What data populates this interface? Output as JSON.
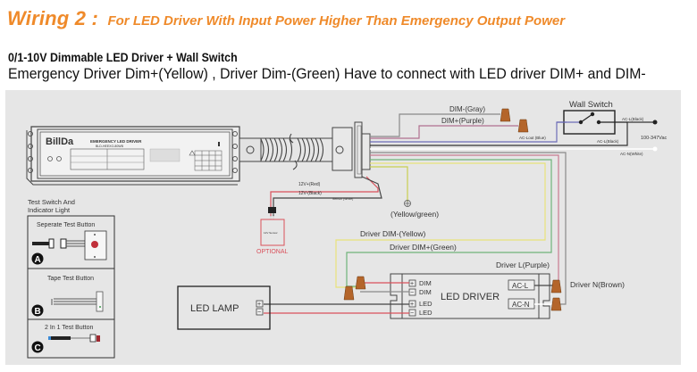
{
  "header": {
    "title_prefix": "Wiring 2 :",
    "title_suffix": "For LED Driver With Input Power Higher Than Emergency Output Power",
    "subheading": "0/1-10V Dimmable LED Driver + Wall Switch",
    "description": "Emergency Driver Dim+(Yellow) , Driver Dim-(Green) Have to connect with LED driver  DIM+  and DIM-"
  },
  "colors": {
    "title": "#ef8a2a",
    "panel_bg": "#e6e6e6",
    "wire_red": "#d9515b",
    "wire_gray": "#8a8a8a",
    "wire_purple": "#b07090",
    "wire_blue": "#6d6db8",
    "wire_black": "#333333",
    "wire_green": "#6fb37a",
    "wire_yellow": "#e8e27a",
    "wire_pink": "#d89aa8",
    "connector": "#b4652a",
    "optional": "#d9515b"
  },
  "emergency_driver": {
    "brand": "BillDa",
    "label_title": "EMERGENCY LED DRIVER",
    "model": "BLD-HEEXO-80WB"
  },
  "wires": {
    "dim_minus_gray": "DIM-(Gray)",
    "dim_plus_purple": "DIM+(Purple)",
    "ac_lout_blue": "AC-Lout (Blue)",
    "ac_l_black_top": "AC-L(Black)",
    "ac_l_black": "AC-L(Black)",
    "ac_n_white": "AC-N(White)",
    "voltage": "100-347Vac",
    "v12_plus_red": "12V+(Red)",
    "v12_minus_black": "12V-(Black)",
    "sensor_white": "Sensor (White)",
    "ground": "(Yellow/green)",
    "driver_dim_minus": "Driver DIM-(Yellow)",
    "driver_dim_plus": "Driver DIM+(Green)",
    "driver_l": "Driver L(Purple)",
    "driver_n": "Driver N(Brown)"
  },
  "wall_switch": {
    "label": "Wall Switch"
  },
  "optional_module": {
    "label": "OPTIONAL",
    "inner": "12V Sensor"
  },
  "test_panel": {
    "title_line1": "Test Switch And",
    "title_line2": "Indicator Light",
    "options": [
      {
        "badge": "A",
        "label": "Seperate Test Button"
      },
      {
        "badge": "B",
        "label": "Tape Test Button"
      },
      {
        "badge": "C",
        "label": "2 In 1 Test Button"
      }
    ]
  },
  "led_driver": {
    "label": "LED DRIVER",
    "terminals_left": [
      {
        "sign": "+",
        "label": "DIM"
      },
      {
        "sign": "−",
        "label": "DIM"
      },
      {
        "sign": "+",
        "label": "LED"
      },
      {
        "sign": "−",
        "label": "LED"
      }
    ],
    "terminals_right": [
      "AC-L",
      "AC-N"
    ]
  },
  "led_lamp": {
    "label": "LED LAMP",
    "terminals": [
      "+",
      "−"
    ]
  }
}
